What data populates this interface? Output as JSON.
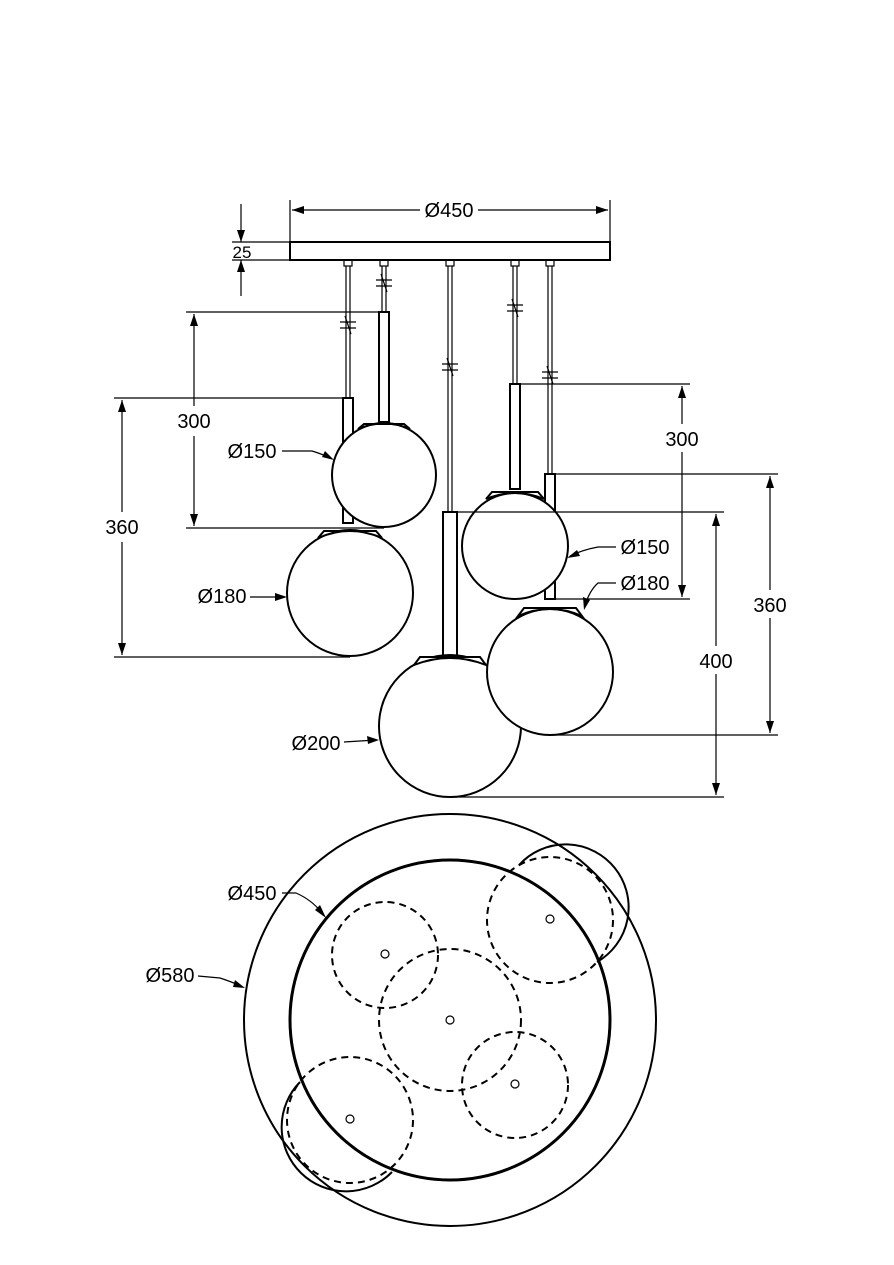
{
  "side_view": {
    "canopy_diameter": "Ø450",
    "canopy_height": "25",
    "left_rod_length": "300",
    "left_overall": "360",
    "right_rod_length": "300",
    "right_overall": "360",
    "center_overall": "400",
    "globe_small_left": "Ø150",
    "globe_medium_left": "Ø180",
    "globe_large_center": "Ø200",
    "globe_small_right": "Ø150",
    "globe_medium_right": "Ø180"
  },
  "top_view": {
    "canopy_diameter": "Ø450",
    "overall_diameter": "Ø580"
  }
}
